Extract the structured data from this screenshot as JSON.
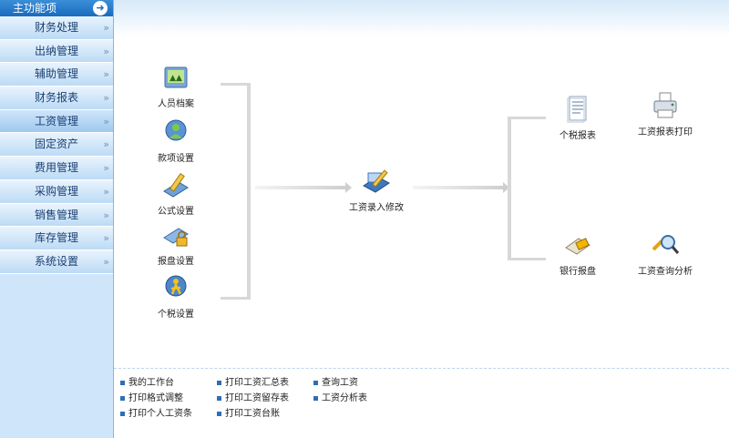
{
  "sidebar": {
    "header": "主功能项",
    "items": [
      {
        "label": "财务处理"
      },
      {
        "label": "出纳管理"
      },
      {
        "label": "辅助管理"
      },
      {
        "label": "财务报表"
      },
      {
        "label": "工资管理",
        "active": true
      },
      {
        "label": "固定资产"
      },
      {
        "label": "费用管理"
      },
      {
        "label": "采购管理"
      },
      {
        "label": "销售管理"
      },
      {
        "label": "库存管理"
      },
      {
        "label": "系统设置"
      }
    ]
  },
  "flow": {
    "left": [
      {
        "label": "人员档案",
        "icon": "folder-icon"
      },
      {
        "label": "款项设置",
        "icon": "person-icon"
      },
      {
        "label": "公式设置",
        "icon": "pen-icon"
      },
      {
        "label": "报盘设置",
        "icon": "lock-icon"
      },
      {
        "label": "个税设置",
        "icon": "person-run-icon"
      }
    ],
    "center": {
      "label": "工资录入修改",
      "icon": "edit-icon"
    },
    "right": [
      {
        "label": "个税报表",
        "icon": "document-icon"
      },
      {
        "label": "工资报表打印",
        "icon": "printer-icon"
      },
      {
        "label": "银行报盘",
        "icon": "card-icon"
      },
      {
        "label": "工资查询分析",
        "icon": "magnifier-icon"
      }
    ]
  },
  "links": {
    "col1": [
      "我的工作台",
      "打印格式调整",
      "打印个人工资条"
    ],
    "col2": [
      "打印工资汇总表",
      "打印工资留存表",
      "打印工资台账"
    ],
    "col3": [
      "查询工资",
      "工资分析表"
    ]
  },
  "colors": {
    "accent": "#1a6bbd",
    "sidebar_bg": "#cfe6fa"
  }
}
